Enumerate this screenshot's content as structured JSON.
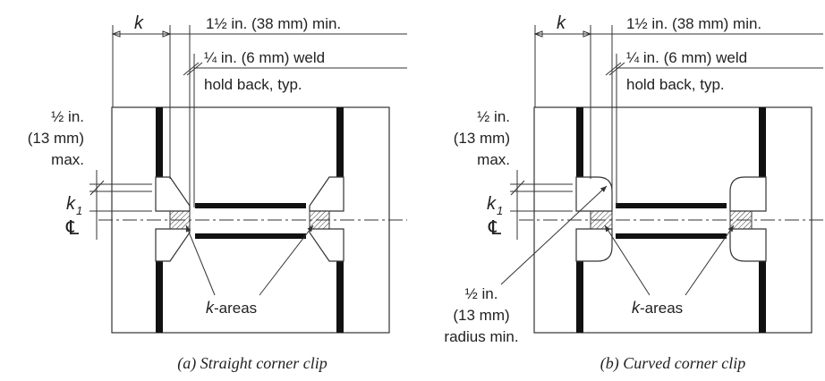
{
  "panel_a": {
    "dim_k": "k",
    "dim_length": "1½ in. (38 mm) min.",
    "dim_holdback_1": "¼ in. (6 mm) weld",
    "dim_holdback_2": "hold back, typ.",
    "max_1": "½ in.",
    "max_2": "(13 mm)",
    "max_3": "max.",
    "k1": "k",
    "k1_sub": "1",
    "centerline": "℄",
    "k_areas_k": "k",
    "k_areas_rest": "-areas",
    "caption": "(a)  Straight corner clip"
  },
  "panel_b": {
    "dim_k": "k",
    "dim_length": "1½ in. (38 mm) min.",
    "dim_holdback_1": "¼ in. (6 mm) weld",
    "dim_holdback_2": "hold back, typ.",
    "max_1": "½ in.",
    "max_2": "(13 mm)",
    "max_3": "max.",
    "k1": "k",
    "k1_sub": "1",
    "centerline": "℄",
    "radius_1": "½ in.",
    "radius_2": "(13 mm)",
    "radius_3": "radius min.",
    "k_areas_k": "k",
    "k_areas_rest": "-areas",
    "caption": "(b)  Curved corner clip"
  }
}
